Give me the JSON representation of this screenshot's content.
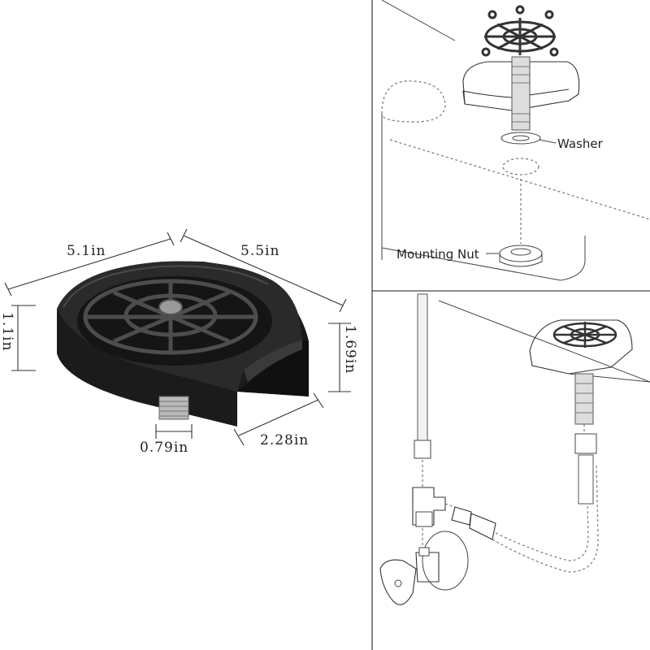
{
  "dimensions": {
    "width_left": "5.1in",
    "width_right": "5.5in",
    "height_left": "1.1in",
    "height_right": "1.69in",
    "connector_width": "0.79in",
    "front_depth": "2.28in"
  },
  "callouts": {
    "washer": "Washer",
    "mounting_nut": "Mounting Nut"
  },
  "colors": {
    "product_body": "#1b1b1b",
    "product_highlight": "#3a3a3a",
    "metal": "#b9b9b9",
    "line_art": "#333333"
  },
  "icons": {
    "spray_grid": "ship-wheel-icon",
    "connector": "threaded-fitting-icon"
  }
}
